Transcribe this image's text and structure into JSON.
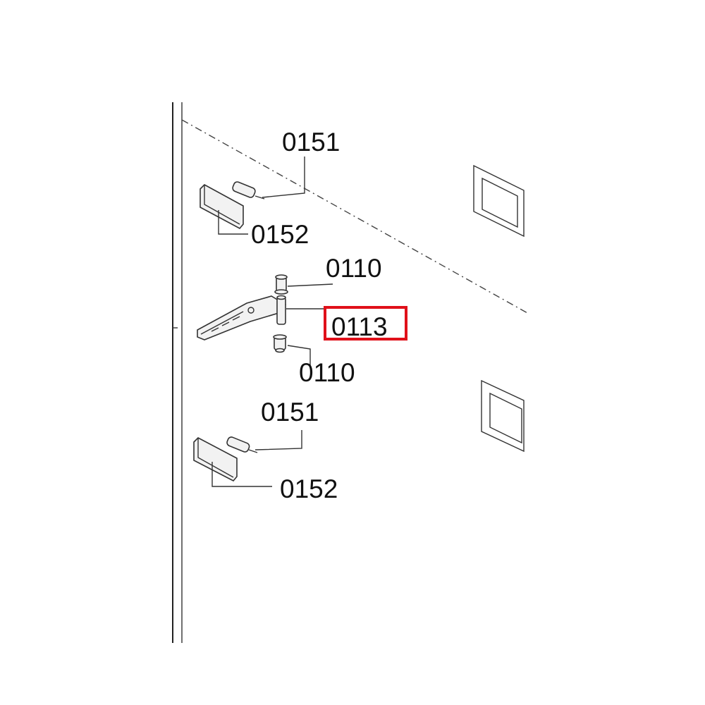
{
  "diagram": {
    "highlight_color": "#e0101a",
    "labels": {
      "top_0151": "0151",
      "top_0152": "0152",
      "top_0110": "0110",
      "hinge_0113": "0113",
      "bottom_0110": "0110",
      "lower_0151": "0151",
      "lower_0152": "0152"
    },
    "highlighted_part": "0113",
    "icons": {
      "top_cover": "hinge-cover-icon",
      "top_screw": "screw-icon",
      "top_bushing": "bushing-icon",
      "hinge": "hinge-bracket-icon",
      "bottom_bushing": "bushing-icon",
      "lower_cover": "hinge-cover-icon",
      "lower_screw": "screw-icon"
    }
  }
}
